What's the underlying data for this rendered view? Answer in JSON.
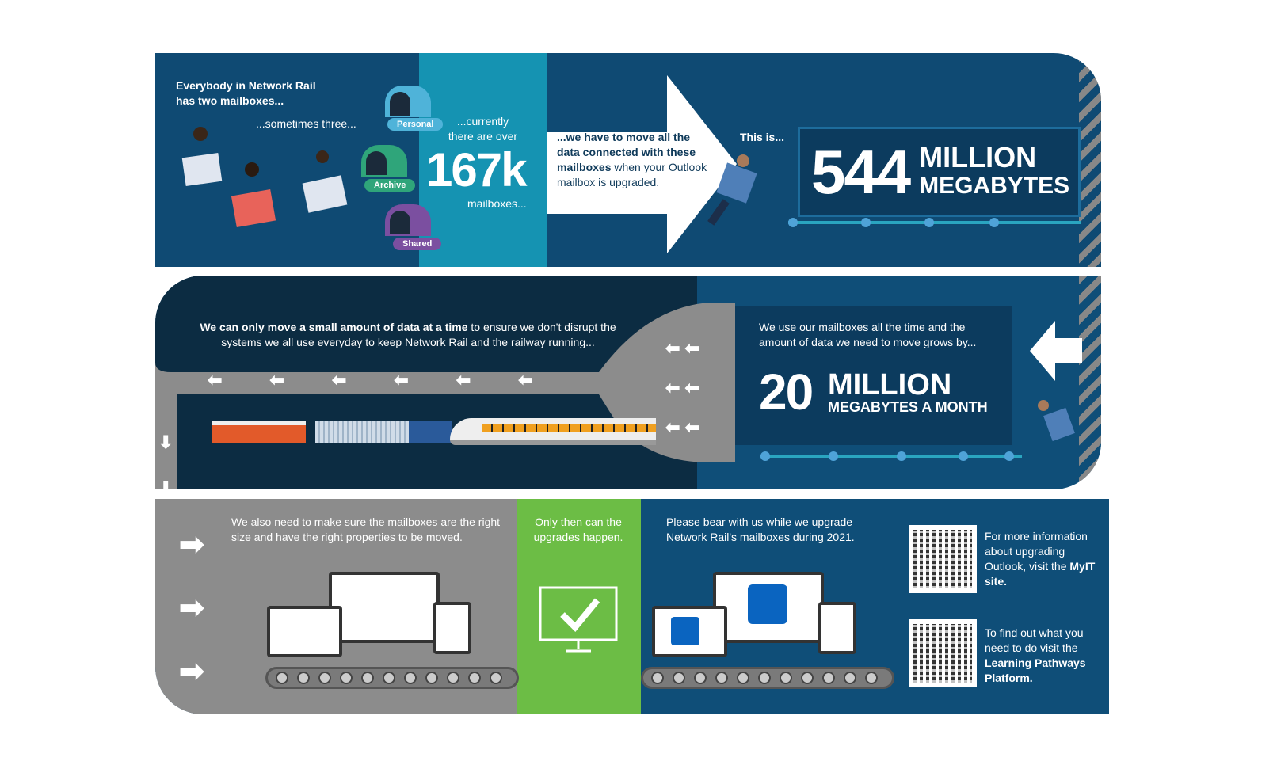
{
  "top": {
    "intro_line1": "Everybody in Network Rail",
    "intro_line2": "has two mailboxes...",
    "sometimes": "...sometimes three...",
    "mailboxes": [
      {
        "label": "Personal",
        "color": "#4fb3d9"
      },
      {
        "label": "Archive",
        "color": "#2fa57a"
      },
      {
        "label": "Shared",
        "color": "#7b4fa0"
      }
    ],
    "currently": "...currently",
    "there_are_over": "there are over",
    "count": "167k",
    "mailboxes_label": "mailboxes...",
    "move_bold": "...we have to move all the data connected with these mailboxes",
    "move_rest": " when your Outlook mailbox is upgraded.",
    "this_is": "This is...",
    "big_number": "544",
    "big_unit1": "MILLION",
    "big_unit2": "MEGABYTES"
  },
  "middle": {
    "only_bold": "We can only move a small amount of data at a time",
    "only_rest": " to ensure we don't disrupt the systems we all use everyday to keep Network Rail and the railway running...",
    "grow_text": "We use our mailboxes all the time and the amount of data we need to move grows by...",
    "grow_number": "20",
    "grow_unit1": "MILLION",
    "grow_unit2": "MEGABYTES A MONTH"
  },
  "bottom": {
    "size_text": "We also need to make sure the mailboxes are the right size and have the right properties to be moved.",
    "upgrades_text": "Only then can the upgrades happen.",
    "bear_text": "Please bear with us while we upgrade Network Rail's mailboxes during 2021.",
    "qr1_text": "For more information about upgrading Outlook, visit the ",
    "qr1_bold": "MyIT site.",
    "qr2_text": "To find out what you need to do visit the ",
    "qr2_bold": "Learning Pathways Platform."
  },
  "colors": {
    "navy": "#0f4a73",
    "teal": "#1593b2",
    "dark": "#0c2c42",
    "gray": "#8c8c8c",
    "green": "#6cbd45",
    "blue": "#0f4e78"
  }
}
